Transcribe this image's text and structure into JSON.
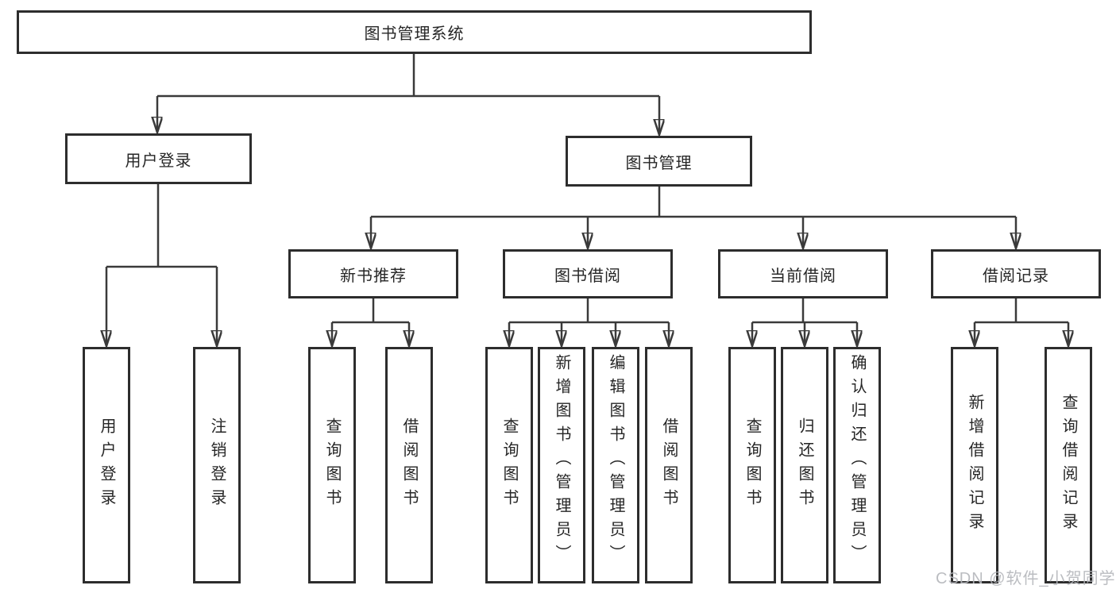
{
  "tree": {
    "root": {
      "label": "图书管理系统",
      "children": [
        {
          "label": "用户登录",
          "children": [
            {
              "label": "用户登录"
            },
            {
              "label": "注销登录"
            }
          ]
        },
        {
          "label": "图书管理",
          "children": [
            {
              "label": "新书推荐",
              "children": [
                {
                  "label": "查询图书"
                },
                {
                  "label": "借阅图书"
                }
              ]
            },
            {
              "label": "图书借阅",
              "children": [
                {
                  "label": "查询图书"
                },
                {
                  "label": "新增图书（管理员）"
                },
                {
                  "label": "编辑图书（管理员）"
                },
                {
                  "label": "借阅图书"
                }
              ]
            },
            {
              "label": "当前借阅",
              "children": [
                {
                  "label": "查询图书"
                },
                {
                  "label": "归还图书"
                },
                {
                  "label": "确认归还（管理员）"
                }
              ]
            },
            {
              "label": "借阅记录",
              "children": [
                {
                  "label": "新增借阅记录"
                },
                {
                  "label": "查询借阅记录"
                }
              ]
            }
          ]
        }
      ]
    }
  },
  "watermark": {
    "text": "CSDN @软件_小贺同学"
  },
  "colors": {
    "box_border": "#2d2d2d",
    "connector": "#3a3a3a",
    "text": "#262626",
    "watermark": "#b4b6bb",
    "background": "#ffffff"
  }
}
